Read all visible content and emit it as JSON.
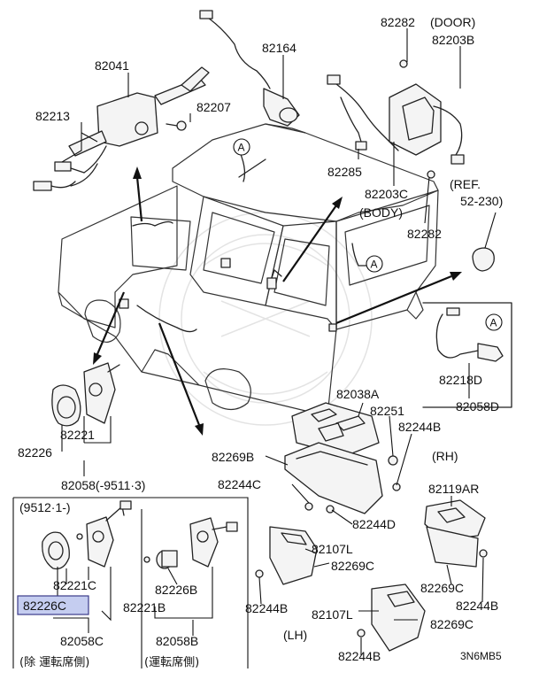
{
  "labels": {
    "l82041": "82041",
    "l82164": "82164",
    "l82282_top": "82282",
    "door_label": "(DOOR)",
    "l82203B": "82203B",
    "l82213": "82213",
    "l82207": "82207",
    "l82285": "82285",
    "l82203C": "82203C",
    "body_label": "(BODY)",
    "ref_label": "(REF.",
    "ref_range": "52-230)",
    "l82282_mid": "82282",
    "l82221": "82221",
    "l82226": "82226",
    "l82058_range": "82058(-9511·3)",
    "l82038A": "82038A",
    "l82251": "82251",
    "l82244B_a": "82244B",
    "l82218D": "82218D",
    "l82058D": "82058D",
    "l82269B": "82269B",
    "rh_label": "(RH)",
    "l82244C": "82244C",
    "l82119AR": "82119AR",
    "l82244D": "82244D",
    "box_date": "(9512·1-)",
    "l82107L_a": "82107L",
    "l82269C_a": "82269C",
    "l82221C": "82221C",
    "l82226B": "82226B",
    "l82226C_hl": "82226C",
    "l82221B": "82221B",
    "l82244B_b": "82244B",
    "l82269C_b": "82269C",
    "l82244B_c": "82244B",
    "l82107L_b": "82107L",
    "l82058C": "82058C",
    "l82058B": "82058B",
    "lh_label": "(LH)",
    "l82269C_c": "82269C",
    "caption_left": "(除 運転席側)",
    "caption_right": "(運転席側)",
    "l82244B_d": "82244B",
    "code": "3N6MB5",
    "marker_a1": "A",
    "marker_a2": "A",
    "marker_a3": "A"
  },
  "colors": {
    "highlight": "#c5cdf0",
    "line": "#222222"
  }
}
